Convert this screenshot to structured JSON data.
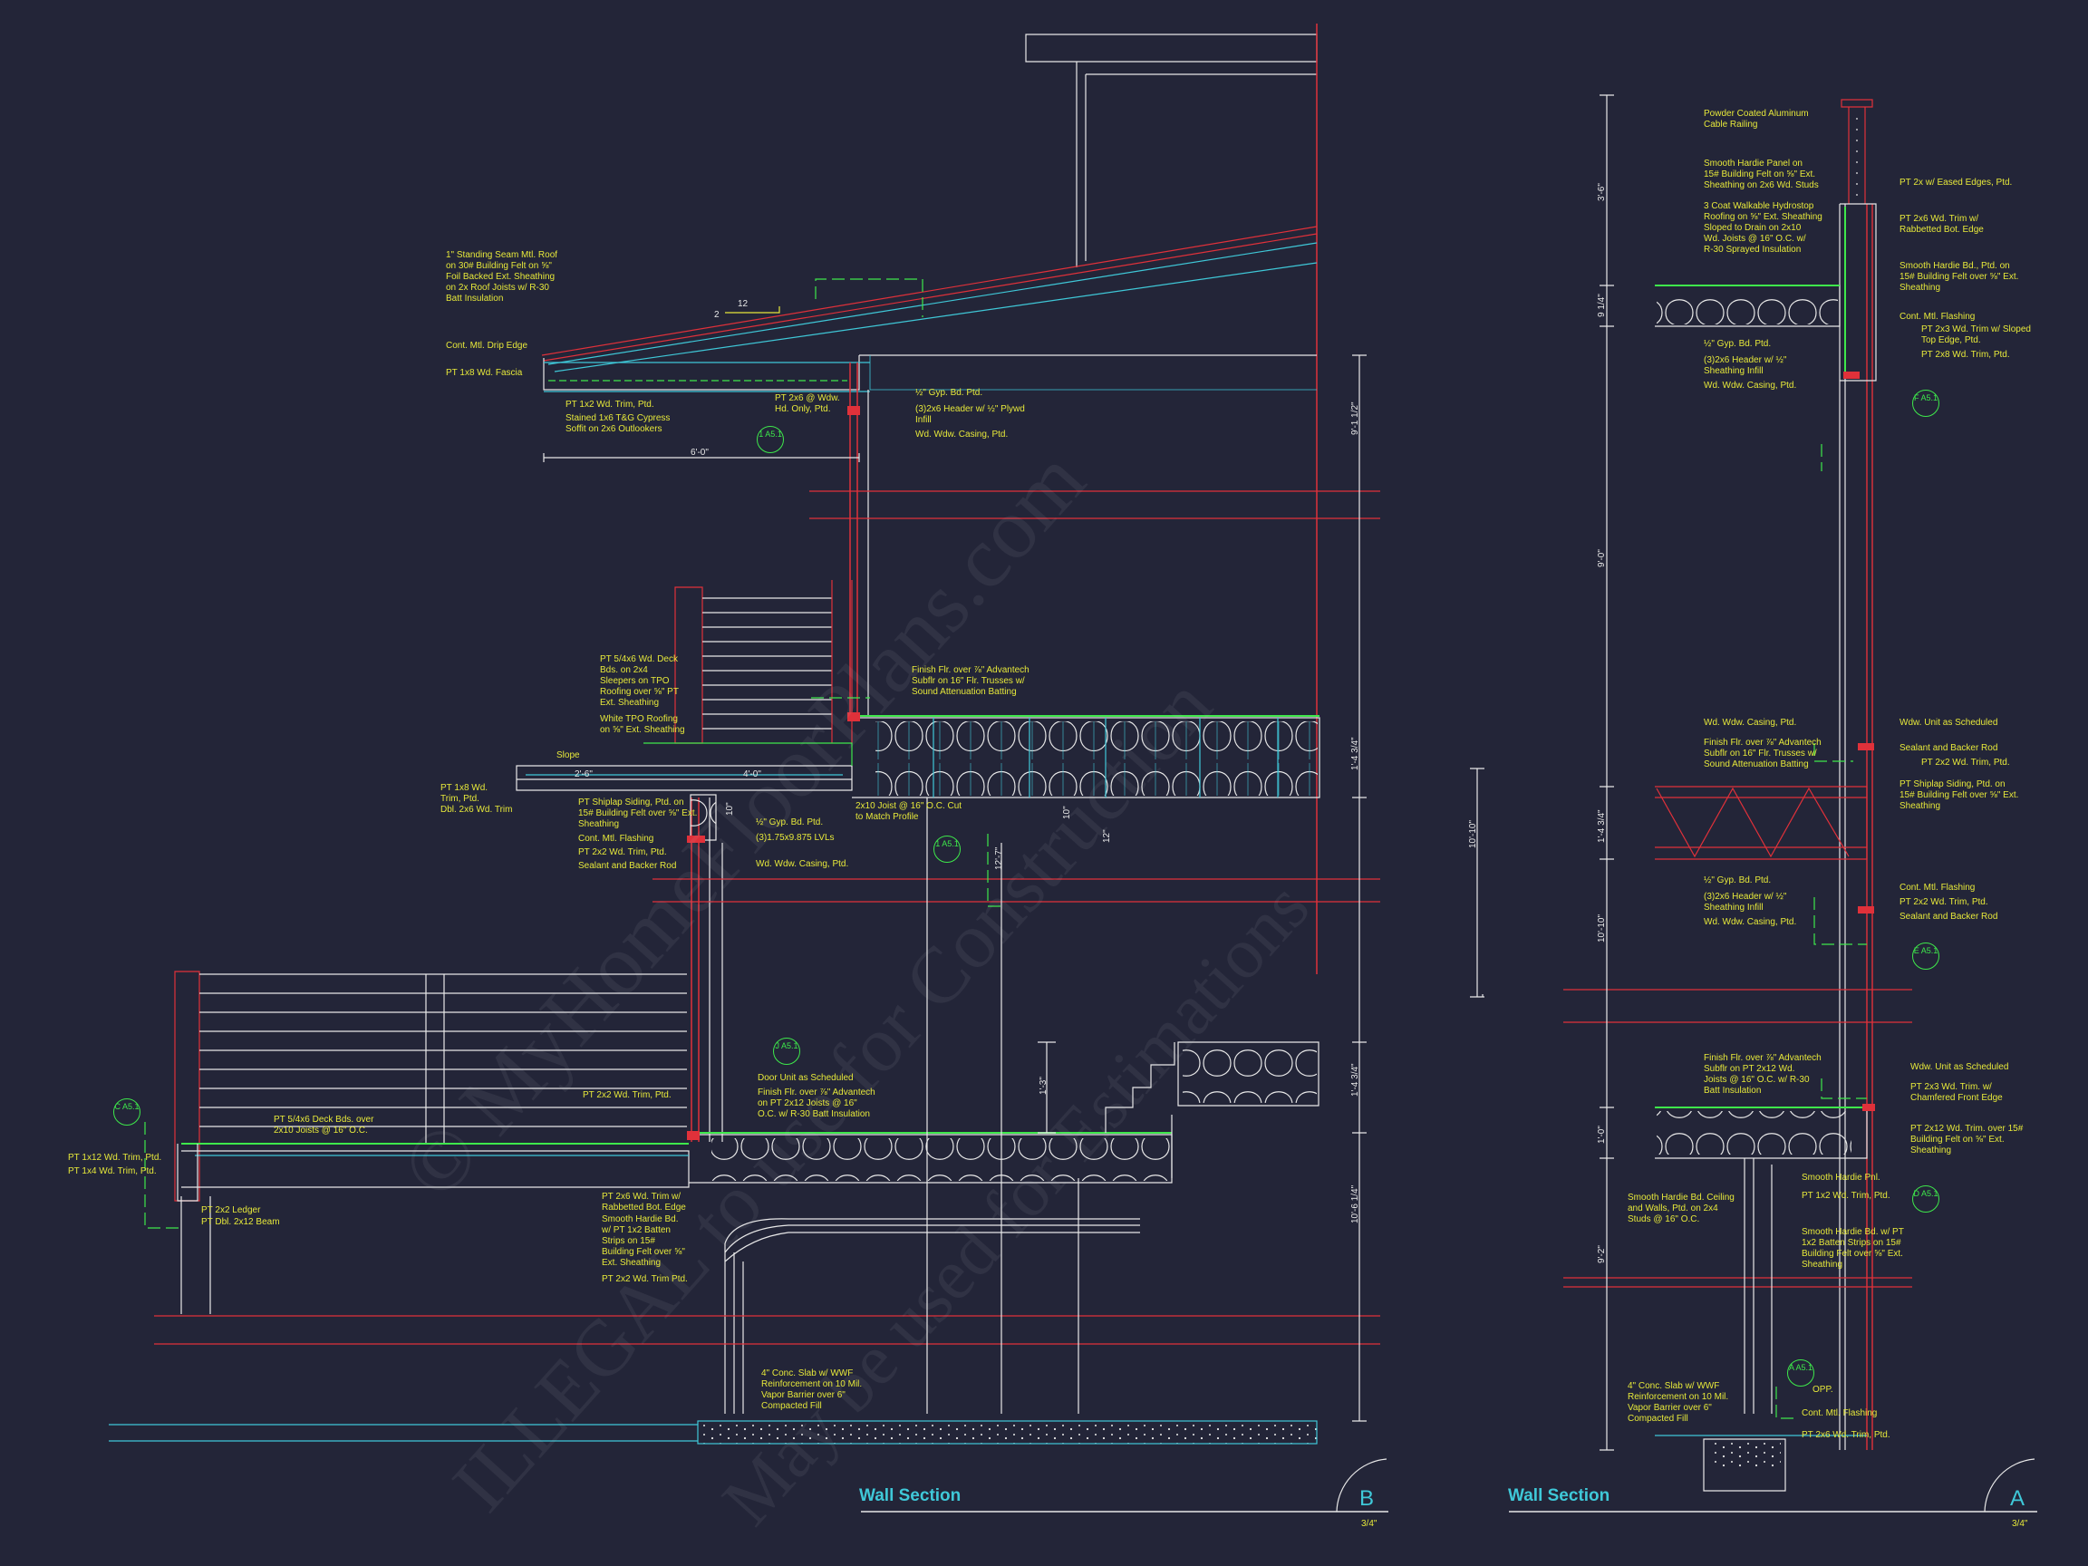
{
  "watermark": {
    "line1": "© MyHomeFloorPlans.com",
    "line2": "ILLEGAL to use for Construction",
    "line3": "May be used for Estimations"
  },
  "section_b": {
    "title": "Wall Section",
    "scale": "3/4\"",
    "letter": "B",
    "notes": {
      "roof": "1\" Standing Seam Mtl. Roof\non 30# Building Felt on ⅝\"\nFoil Backed Ext. Sheathing\non 2x Roof Joists w/ R-30\nBatt Insulation",
      "drip_edge": "Cont. Mtl. Drip Edge",
      "fascia": "PT 1x8 Wd. Fascia",
      "trim_1x2": "PT 1x2 Wd. Trim, Ptd.",
      "soffit": "Stained 1x6 T&G Cypress\nSoffit on 2x6 Outlookers",
      "window_head": "PT 2x6 @ Wdw.\nHd. Only, Ptd.",
      "gyp_top": "½\" Gyp. Bd. Ptd.",
      "header_top": "(3)2x6 Header w/ ½\" Plywd\nInfill",
      "casing_top": "Wd. Wdw. Casing, Ptd.",
      "deck_bds": "PT 5/4x6 Wd. Deck\nBds. on 2x4\nSleepers on TPO\nRoofing over ⅝\" PT\nExt. Sheathing",
      "tpo": "White TPO Roofing\non ⅝\" Ext. Sheathing",
      "finish_floor_mid": "Finish Flr. over ⅞\" Advantech\nSubflr on 16\" Flr. Trusses w/\nSound Attenuation Batting",
      "slope": "Slope",
      "trim_1x8": "PT 1x8 Wd.\nTrim, Ptd.\nDbl. 2x6 Wd. Trim",
      "shiplap": "PT Shiplap Siding, Ptd. on\n15# Building Felt over ⅝\" Ext.\nSheathing",
      "flashing": "Cont. Mtl. Flashing",
      "trim_2x2": "PT 2x2 Wd. Trim, Ptd.",
      "sealant": "Sealant and Backer Rod",
      "gyp_mid": "½\" Gyp. Bd. Ptd.",
      "lvl": "(3)1.75x9.875 LVLs",
      "joist": "2x10 Joist @ 16\" O.C. Cut\nto Match Profile",
      "casing_mid": "Wd. Wdw. Casing, Ptd.",
      "door_unit": "Door Unit as Scheduled",
      "finish_floor_low": "Finish Flr. over ⅞\" Advantech\non PT 2x12 Joists @ 16\"\nO.C. w/ R-30 Batt Insulation",
      "trim_2x2_b": "PT 2x2 Wd. Trim, Ptd.",
      "deck_low": "PT 5/4x6 Deck Bds. over\n2x10 Joists @ 16\" O.C.",
      "trim_1x12": "PT 1x12 Wd. Trim, Ptd.",
      "trim_1x4": "PT 1x4 Wd. Trim, Ptd.",
      "ledger": "PT 2x2 Ledger",
      "beam": "PT Dbl. 2x12 Beam",
      "trim_2x6": "PT 2x6 Wd. Trim w/\nRabbetted Bot. Edge",
      "hardie": "Smooth Hardie Bd.\nw/ PT 1x2 Batten\nStrips on 15#\nBuilding Felt over ⅝\"\nExt. Sheathing",
      "trim_2x2_c": "PT 2x2 Wd. Trim Ptd.",
      "slab": "4\" Conc. Slab w/ WWF\nReinforcement on 10 Mil.\nVapor Barrier over 6\"\nCompacted Fill"
    },
    "dims": {
      "pitch_run": "12",
      "pitch_rise": "2",
      "overhang": "6'-0\"",
      "deck_a": "2'-6\"",
      "deck_b": "4'-0\"",
      "v1": "9'-1 1/2\"",
      "v2": "1'-4 3/4\"",
      "v3": "12'-7\"",
      "v4": "1'-3\"",
      "v5": "1'-4 3/4\"",
      "v6": "10'-6 1/4\"",
      "s1": "10\"",
      "s2": "10\"",
      "s3": "12\"",
      "total": "10'-10\""
    },
    "tags": [
      "1\nA5.1",
      "1\nA5.1",
      "J\nA5.1",
      "C\nA5.1"
    ]
  },
  "section_a": {
    "title": "Wall Section",
    "scale": "3/4\"",
    "letter": "A",
    "notes": {
      "railing": "Powder Coated Aluminum\nCable Railing",
      "hardie_panel": "Smooth Hardie Panel on\n15# Building Felt on ⅝\" Ext.\nSheathing on 2x6 Wd. Studs",
      "hydrostop": "3 Coat Walkable Hydrostop\nRoofing on ⅝\" Ext. Sheathing\nSloped to Drain on 2x10\nWd. Joists @ 16\" O.C. w/\nR-30 Sprayed Insulation",
      "pt_2x": "PT 2x w/ Eased Edges, Ptd.",
      "pt_2x6": "PT 2x6 Wd. Trim w/\nRabbetted Bot. Edge",
      "hardie_bd": "Smooth Hardie Bd., Ptd. on\n15# Building Felt over ⅝\" Ext.\nSheathing",
      "flashing_a": "Cont. Mtl. Flashing",
      "pt_2x3": "PT 2x3 Wd. Trim w/ Sloped\nTop Edge, Ptd.",
      "pt_2x8": "PT 2x8 Wd. Trim, Ptd.",
      "gyp_a": "½\" Gyp. Bd. Ptd.",
      "header_a": "(3)2x6 Header w/ ½\"\nSheathing Infill",
      "casing_a": "Wd. Wdw. Casing, Ptd.",
      "casing_a2": "Wd. Wdw. Casing, Ptd.",
      "wdw_unit": "Wdw. Unit as Scheduled",
      "finish_a": "Finish Flr. over ⅞\" Advantech\nSubflr on 16\" Flr. Trusses w/\nSound Attenuation Batting",
      "sealant_a": "Sealant and Backer Rod",
      "pt_2x2_a": "PT 2x2 Wd. Trim, Ptd.",
      "shiplap_a": "PT Shiplap Siding, Ptd. on\n15# Building Felt over ⅝\" Ext.\nSheathing",
      "gyp_a2": "½\" Gyp. Bd. Ptd.",
      "header_a2": "(3)2x6 Header w/ ½\"\nSheathing Infill",
      "casing_a3": "Wd. Wdw. Casing, Ptd.",
      "flashing_a2": "Cont. Mtl. Flashing",
      "pt_2x2_a2": "PT 2x2 Wd. Trim, Ptd.",
      "sealant_a2": "Sealant and Backer Rod",
      "finish_low_a": "Finish Flr. over ⅞\" Advantech\nSubflr on PT 2x12 Wd.\nJoists @ 16\" O.C. w/ R-30\nBatt Insulation",
      "wdw_unit2": "Wdw. Unit as Scheduled",
      "pt_2x3_b": "PT 2x3 Wd. Trim. w/\nChamfered Front Edge",
      "pt_2x12": "PT 2x12 Wd. Trim. over 15#\nBuilding Felt on ⅝\" Ext.\nSheathing",
      "hardie_pnl": "Smooth Hardie Pnl.",
      "ceiling": "Smooth Hardie Bd. Ceiling\nand Walls, Ptd. on 2x4\nStuds @ 16\" O.C.",
      "pt_1x2": "PT 1x2 Wd. Trim, Ptd.",
      "hardie_batten": "Smooth Hardie Bd. w/ PT\n1x2 Batten Strips on 15#\nBuilding Felt over ⅝\" Ext.\nSheathing",
      "slab_a": "4\" Conc. Slab w/ WWF\nReinforcement on 10 Mil.\nVapor Barrier over 6\"\nCompacted Fill",
      "flashing_a3": "Cont. Mtl. Flashing",
      "pt_2x6_a": "PT 2x6 Wd. Trim, Ptd.",
      "opp": "OPP."
    },
    "dims": {
      "d1": "3'-6\"",
      "d2": "9 1/4\"",
      "d3": "9'-0\"",
      "d4": "1'-4 3/4\"",
      "d5": "10'-10\"",
      "d6": "1'-0\"",
      "d7": "9'-2\""
    },
    "tags": [
      "F\nA5.1",
      "E\nA5.1",
      "D\nA5.1",
      "A\nA5.1"
    ]
  },
  "colors": {
    "background": "#232538",
    "red": "#e0313a",
    "cyan": "#3fc8d8",
    "green": "#3ee84b",
    "yellow": "#e6e83a",
    "white": "#e8e8e8"
  }
}
